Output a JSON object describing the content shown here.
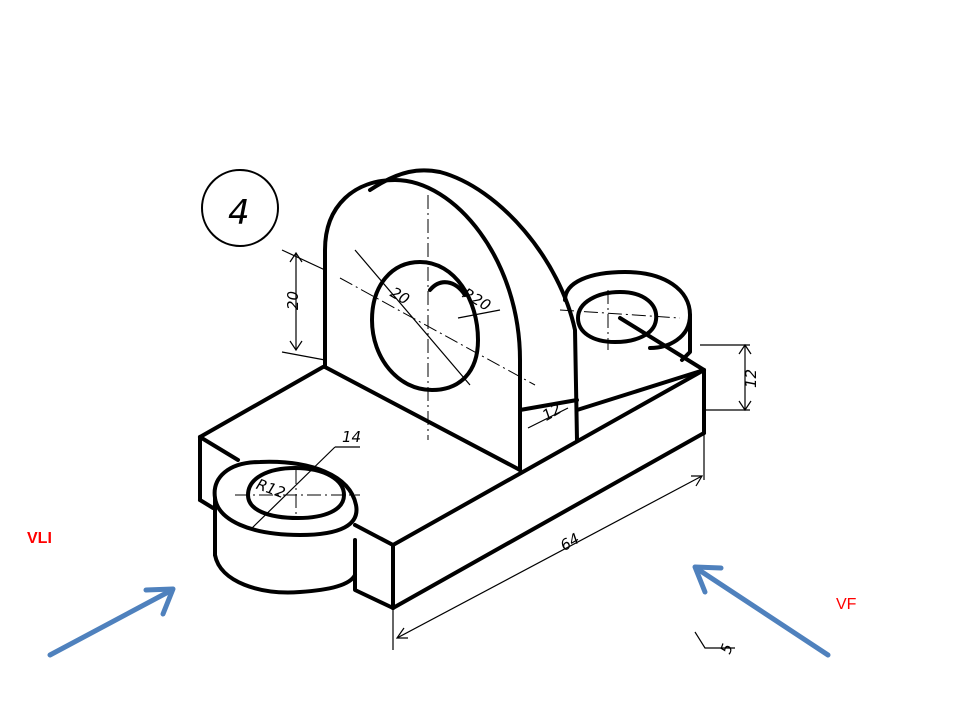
{
  "drawing": {
    "number": "4",
    "dimensions": {
      "hole_diameter": "20",
      "arch_radius": "R20",
      "arch_height": "20",
      "web_thickness": "12",
      "base_height": "12",
      "base_length": "64",
      "boss_hole": "14",
      "boss_radius": "R12",
      "partial": "5"
    }
  },
  "views": {
    "left": {
      "label": "VLI",
      "color": "#ff0000"
    },
    "front": {
      "label": "VF",
      "color": "#ff0000"
    }
  },
  "arrow_color": "#4f81bd"
}
